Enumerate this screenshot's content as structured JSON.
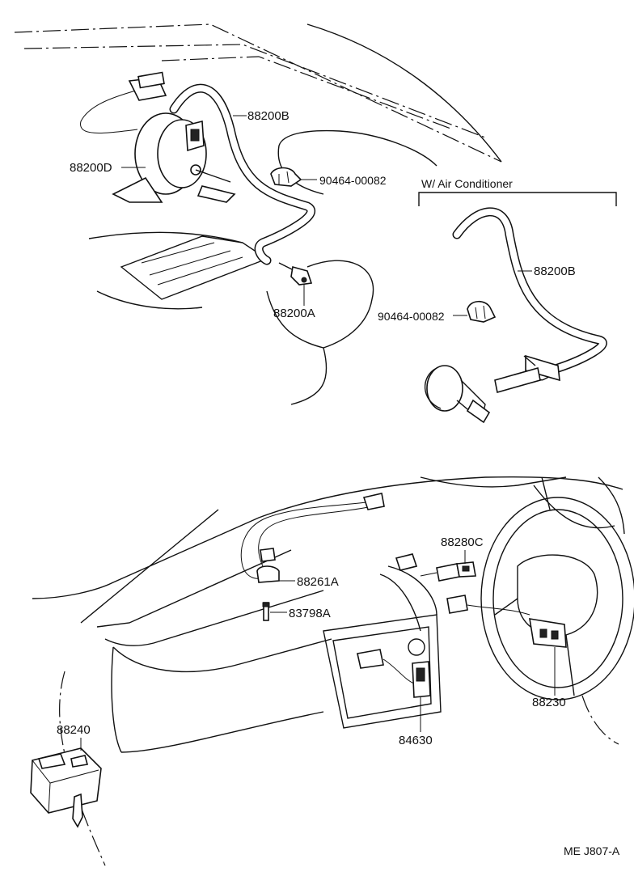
{
  "labels": {
    "l88200B_top": "88200B",
    "l88200D": "88200D",
    "l90464_top": "90464-00082",
    "l88200A": "88200A",
    "section_ac": "W/ Air Conditioner",
    "l88200B_ac": "88200B",
    "l90464_ac": "90464-00082",
    "l88280C": "88280C",
    "l88261A": "88261A",
    "l83798A": "83798A",
    "l88240": "88240",
    "l84630": "84630",
    "l88230": "88230",
    "code": "ME J807-A"
  }
}
